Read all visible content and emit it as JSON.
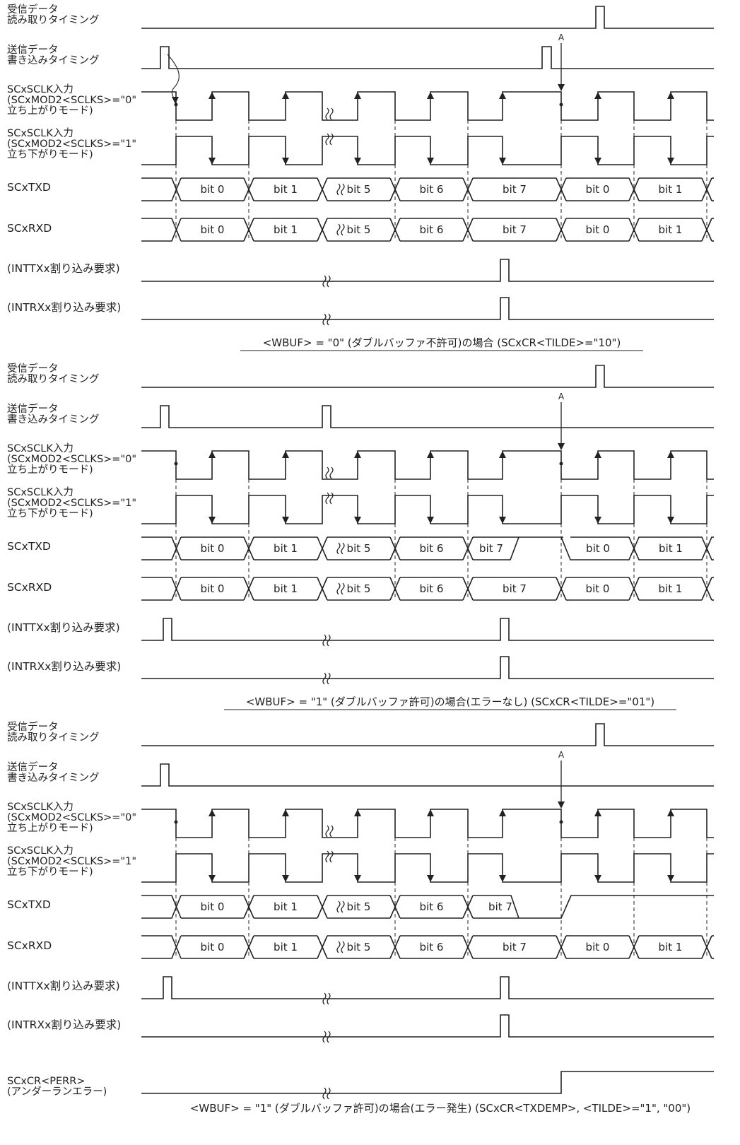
{
  "sections": [
    {
      "caption": "<WBUF> = \"0\" (ダブルバッファ不許可)の場合 (SCxCR<TILDE>=\"10\")",
      "marker": "A",
      "rows": [
        {
          "id": "rx-read",
          "label": [
            "受信データ",
            "読み取りタイミング"
          ]
        },
        {
          "id": "tx-write",
          "label": [
            "送信データ",
            "書き込みタイミング"
          ]
        },
        {
          "id": "sclk-rise",
          "label": [
            "SCxSCLK入力",
            "(SCxMOD2<SCLKS>=\"0\"",
            "立ち上がりモード)"
          ]
        },
        {
          "id": "sclk-fall",
          "label": [
            "SCxSCLK入力",
            "(SCxMOD2<SCLKS>=\"1\"",
            "立ち下がりモード)"
          ]
        },
        {
          "id": "txd",
          "label": [
            "SCxTXD"
          ],
          "bits": [
            "bit 0",
            "bit 1",
            "bit 5",
            "bit 6",
            "bit 7",
            "bit 0",
            "bit 1"
          ]
        },
        {
          "id": "rxd",
          "label": [
            "SCxRXD"
          ],
          "bits": [
            "bit 0",
            "bit 1",
            "bit 5",
            "bit 6",
            "bit 7",
            "bit 0",
            "bit 1"
          ]
        },
        {
          "id": "inttx",
          "label": [
            "(INTTXx割り込み要求)"
          ]
        },
        {
          "id": "intrx",
          "label": [
            "(INTRXx割り込み要求)"
          ]
        }
      ]
    },
    {
      "caption": "<WBUF> = \"1\" (ダブルバッファ許可)の場合(エラーなし) (SCxCR<TILDE>=\"01\")",
      "marker": "A",
      "rows": [
        {
          "id": "rx-read",
          "label": [
            "受信データ",
            "読み取りタイミング"
          ]
        },
        {
          "id": "tx-write",
          "label": [
            "送信データ",
            "書き込みタイミング"
          ]
        },
        {
          "id": "sclk-rise",
          "label": [
            "SCxSCLK入力",
            "(SCxMOD2<SCLKS>=\"0\"",
            "立ち上がりモード)"
          ]
        },
        {
          "id": "sclk-fall",
          "label": [
            "SCxSCLK入力",
            "(SCxMOD2<SCLKS>=\"1\"",
            "立ち下がりモード)"
          ]
        },
        {
          "id": "txd",
          "label": [
            "SCxTXD"
          ],
          "bits": [
            "bit 0",
            "bit 1",
            "bit 5",
            "bit 6",
            "bit 7",
            "bit 0",
            "bit 1"
          ]
        },
        {
          "id": "rxd",
          "label": [
            "SCxRXD"
          ],
          "bits": [
            "bit 0",
            "bit 1",
            "bit 5",
            "bit 6",
            "bit 7",
            "bit 0",
            "bit 1"
          ]
        },
        {
          "id": "inttx",
          "label": [
            "(INTTXx割り込み要求)"
          ]
        },
        {
          "id": "intrx",
          "label": [
            "(INTRXx割り込み要求)"
          ]
        }
      ]
    },
    {
      "caption": "<WBUF> = \"1\" (ダブルバッファ許可)の場合(エラー発生) (SCxCR<TXDEMP>, <TILDE>=\"1\", \"00\")",
      "marker": "A",
      "rows": [
        {
          "id": "rx-read",
          "label": [
            "受信データ",
            "読み取りタイミング"
          ]
        },
        {
          "id": "tx-write",
          "label": [
            "送信データ",
            "書き込みタイミング"
          ]
        },
        {
          "id": "sclk-rise",
          "label": [
            "SCxSCLK入力",
            "(SCxMOD2<SCLKS>=\"0\"",
            "立ち上がりモード)"
          ]
        },
        {
          "id": "sclk-fall",
          "label": [
            "SCxSCLK入力",
            "(SCxMOD2<SCLKS>=\"1\"",
            "立ち下がりモード)"
          ]
        },
        {
          "id": "txd",
          "label": [
            "SCxTXD"
          ],
          "bits": [
            "bit 0",
            "bit 1",
            "bit 5",
            "bit 6",
            "bit 7"
          ]
        },
        {
          "id": "rxd",
          "label": [
            "SCxRXD"
          ],
          "bits": [
            "bit 0",
            "bit 1",
            "bit 5",
            "bit 6",
            "bit 7",
            "bit 0",
            "bit 1"
          ]
        },
        {
          "id": "inttx",
          "label": [
            "(INTTXx割り込み要求)"
          ]
        },
        {
          "id": "intrx",
          "label": [
            "(INTRXx割り込み要求)"
          ]
        },
        {
          "id": "perr",
          "label": [
            "SCxCR<PERR>",
            "(アンダーランエラー)"
          ]
        }
      ]
    }
  ]
}
